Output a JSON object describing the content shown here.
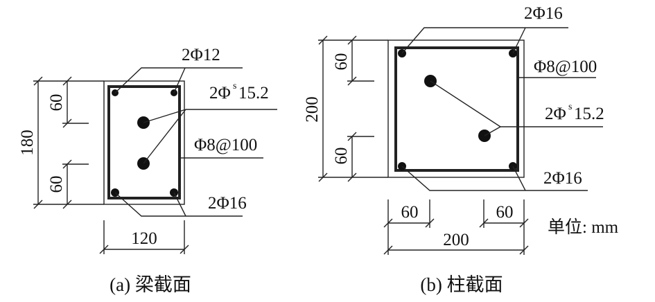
{
  "beam": {
    "top_rebar": "2Φ12",
    "strand_prefix": "2Φ",
    "strand_sup": "s",
    "strand_size": "15.2",
    "stirrup": "Φ8@100",
    "bottom_rebar": "2Φ16",
    "dim_height": "180",
    "dim_top": "60",
    "dim_bottom": "60",
    "dim_width": "120",
    "caption": "(a) 梁截面"
  },
  "column": {
    "top_rebar": "2Φ16",
    "stirrup": "Φ8@100",
    "strand_prefix": "2Φ",
    "strand_sup": "s",
    "strand_size": "15.2",
    "bottom_rebar": "2Φ16",
    "dim_height": "200",
    "dim_top": "60",
    "dim_bottom": "60",
    "dim_left": "60",
    "dim_right": "60",
    "dim_width": "200",
    "caption": "(b) 柱截面"
  },
  "unit_label": "单位: mm"
}
